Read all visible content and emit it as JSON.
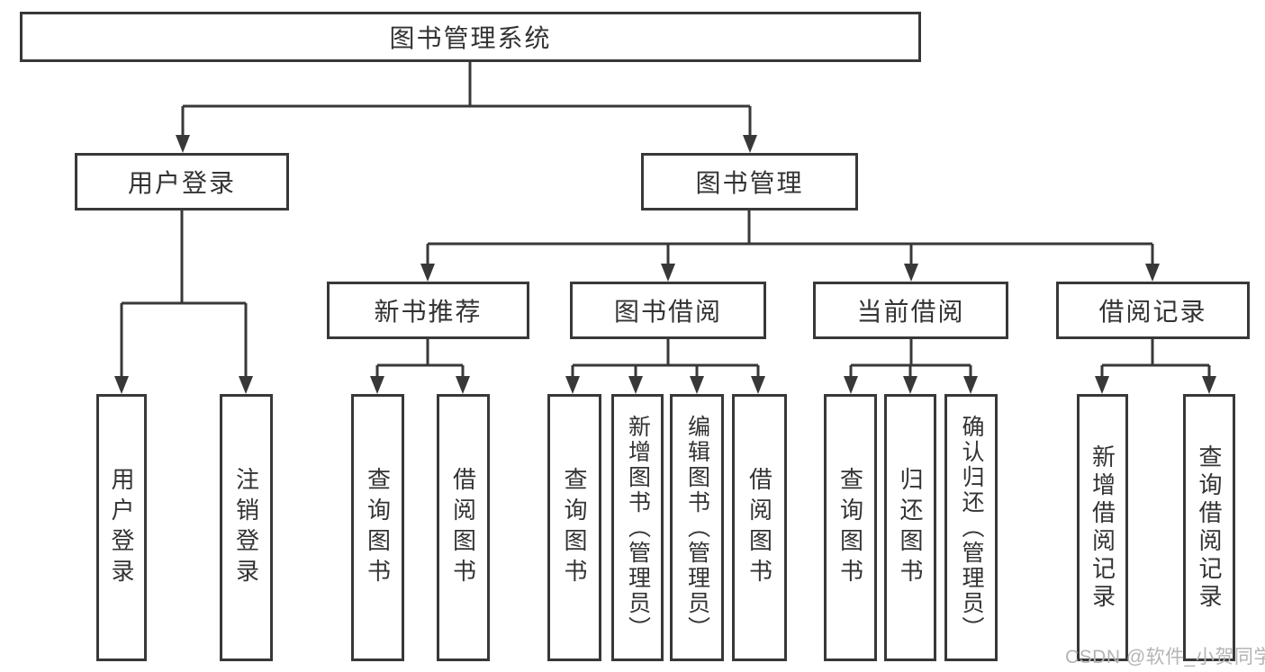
{
  "diagram": {
    "root": {
      "label": "图书管理系统"
    },
    "branches": [
      {
        "label": "用户登录",
        "children": [
          {
            "label": "用户登录"
          },
          {
            "label": "注销登录"
          }
        ]
      },
      {
        "label": "图书管理",
        "groups": [
          {
            "label": "新书推荐",
            "children": [
              {
                "label": "查询图书"
              },
              {
                "label": "借阅图书"
              }
            ]
          },
          {
            "label": "图书借阅",
            "children": [
              {
                "label": "查询图书"
              },
              {
                "label": "新增图书（管理员）"
              },
              {
                "label": "编辑图书（管理员）"
              },
              {
                "label": "借阅图书"
              }
            ]
          },
          {
            "label": "当前借阅",
            "children": [
              {
                "label": "查询图书"
              },
              {
                "label": "归还图书"
              },
              {
                "label": "确认归还（管理员）"
              }
            ]
          },
          {
            "label": "借阅记录",
            "children": [
              {
                "label": "新增借阅记录"
              },
              {
                "label": "查询借阅记录"
              }
            ]
          }
        ]
      }
    ]
  },
  "watermark": {
    "text": "CSDN @软件_小贺同学"
  },
  "colors": {
    "line": "#383838",
    "box_border": "#383838",
    "text": "#333333",
    "background": "#ffffff",
    "watermark": "#b4b4b4"
  }
}
